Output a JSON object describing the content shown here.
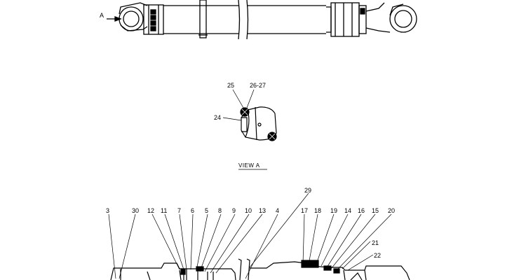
{
  "view_a_marker": "A",
  "view_title": "VIEW  A",
  "inset_callouts": [
    "24",
    "25",
    "26-27"
  ],
  "section_callouts": [
    "3",
    "30",
    "12",
    "11",
    "7",
    "6",
    "5",
    "8",
    "9",
    "10",
    "13",
    "4",
    "17",
    "18",
    "19",
    "14",
    "16",
    "15",
    "20",
    "21",
    "22",
    "29"
  ]
}
